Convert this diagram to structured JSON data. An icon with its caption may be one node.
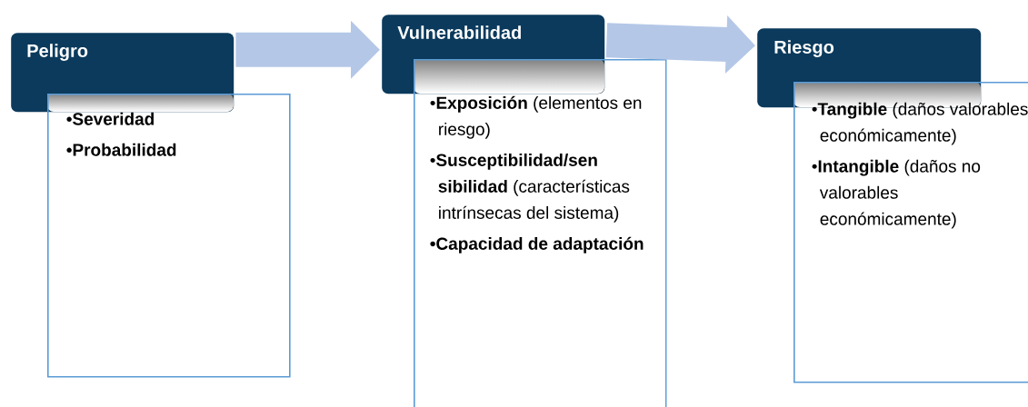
{
  "diagram": {
    "nodes": [
      {
        "text": [
          "Peligro"
        ]
      },
      {
        "text": [
          "•Severidad",
          "•Probabilidad"
        ]
      },
      {
        "text": [
          "Vulnerabilidad"
        ]
      },
      {
        "text": [
          "•**Exposición** (elementos en riesgo)",
          "•**Susceptibilidad/sen sibilidad** (características intrínsecas del sistema)",
          "•Capacidad de adaptación"
        ]
      },
      {
        "text": [
          "Riesgo"
        ]
      },
      {
        "text": [
          "•**Tangible** (daños valorables económicamente)",
          "•**Intangible** (daños no valorables económicamente)"
        ]
      }
    ],
    "edges": [
      {
        "from": 0,
        "to": 2,
        "arrow": "to"
      },
      {
        "from": 2,
        "to": 4,
        "arrow": "to"
      }
    ]
  }
}
